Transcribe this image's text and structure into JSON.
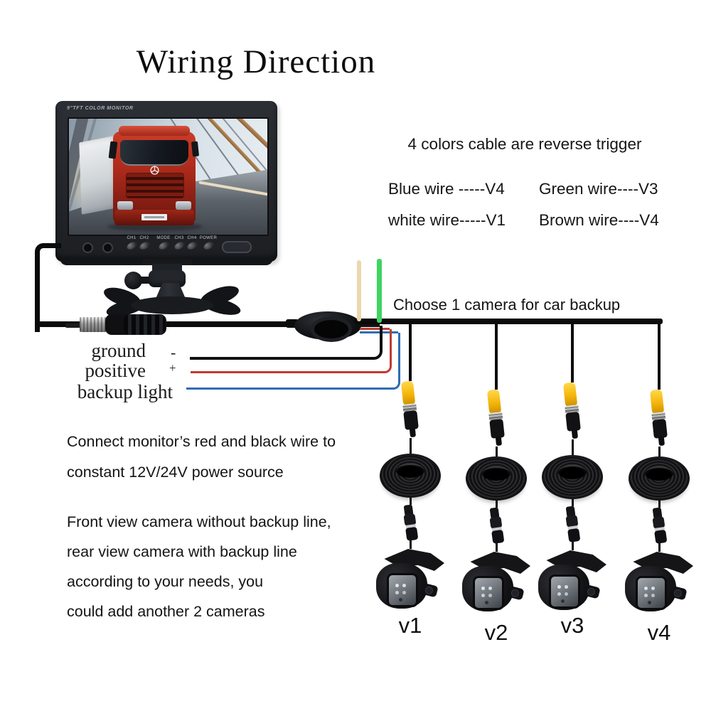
{
  "title": "Wiring Direction",
  "monitor": {
    "brand": "9\"TFT COLOR MONITOR",
    "buttons": [
      "CH1",
      "CH2",
      "MODE",
      "CH3",
      "CH4",
      "POWER"
    ]
  },
  "power_wires": {
    "minus": "-",
    "plus": "+",
    "ground": "ground",
    "positive": "positive",
    "backup": "backup light"
  },
  "reverse_trigger": {
    "heading": "4 colors cable are reverse trigger",
    "mappings": [
      "Blue wire -----V4",
      "Green wire----V3",
      "white wire-----V1",
      "Brown wire----V4"
    ]
  },
  "backup_choice": "Choose 1 camera for car backup",
  "power_note": {
    "line1": "Connect monitor’s red and black wire to",
    "line2": "constant 12V/24V power source"
  },
  "camera_note": {
    "line1": "Front view camera without backup line,",
    "line2": "rear view camera with backup line",
    "line3": "according to your needs, you",
    "line4": "could add another 2 cameras"
  },
  "cameras": [
    {
      "label": "v1"
    },
    {
      "label": "v2"
    },
    {
      "label": "v3"
    },
    {
      "label": "v4"
    }
  ],
  "colors": {
    "wire_ground": "#111111",
    "wire_positive": "#c13b2e",
    "wire_backup": "#2e6db4",
    "wire_trigger_tan": "#ecd7ae",
    "wire_trigger_green": "#3fd45f",
    "rca_yellow": "#f4b50a"
  }
}
